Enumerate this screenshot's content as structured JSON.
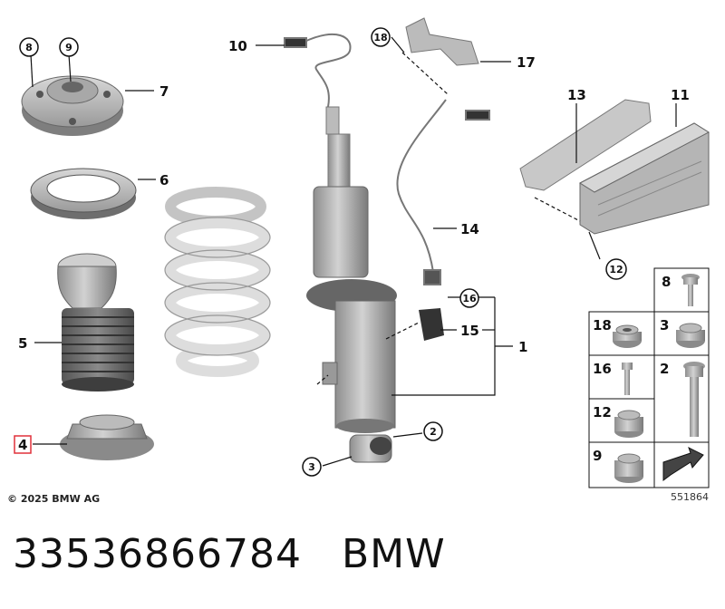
{
  "copyright": "© 2025 BMW AG",
  "image_number": "551864",
  "part_number": "33536866784",
  "brand": "BMW",
  "highlight_color": "#e0303a",
  "highlighted_label": "4",
  "callouts": {
    "l1": "1",
    "l2": "2",
    "l3": "3",
    "l4": "4",
    "l5": "5",
    "l6": "6",
    "l7": "7",
    "l8": "8",
    "l9": "9",
    "l10": "10",
    "l11": "11",
    "l12": "12",
    "l13": "13",
    "l14": "14",
    "l15": "15",
    "l16": "16",
    "l17": "17",
    "l18": "18"
  },
  "parts_grid": {
    "c8": "8",
    "c18": "18",
    "c3": "3",
    "c16": "16",
    "c2": "2",
    "c12": "12",
    "c9": "9"
  }
}
